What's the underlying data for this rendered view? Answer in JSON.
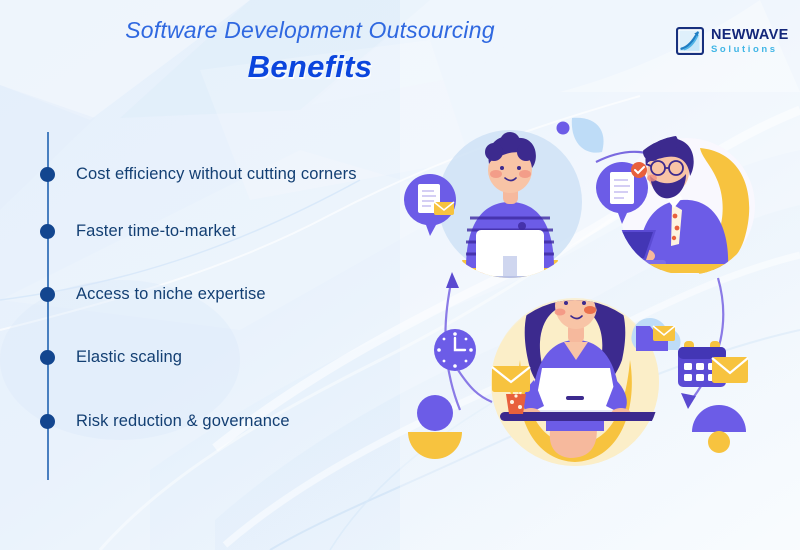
{
  "header": {
    "subtitle": "Software Development Outsourcing",
    "title": "Benefits",
    "subtitle_color": "#2f68e0",
    "title_color": "#0b45dd"
  },
  "logo": {
    "icon": "wave-square-logo-icon",
    "name": "NEWWAVE",
    "tagline": "Solutions",
    "name_color": "#14277a",
    "tagline_color": "#41b6e6"
  },
  "benefits": {
    "bullet_color": "#13468f",
    "text_color": "#133f73",
    "items": [
      {
        "label": "Cost efficiency without cutting corners"
      },
      {
        "label": "Faster time-to-market"
      },
      {
        "label": "Access to niche expertise"
      },
      {
        "label": "Elastic scaling"
      },
      {
        "label": "Risk reduction & governance"
      }
    ]
  },
  "illustration": {
    "alt": "three remote team members collaborating in a cycle",
    "palette": {
      "purple": "#6c5ce7",
      "deep_purple": "#4a2fa8",
      "yellow": "#f7c33f",
      "light_blue": "#bcd9f5",
      "skin": "#f6b99d",
      "white": "#ffffff"
    },
    "figures": [
      {
        "name": "developer-at-desktop",
        "position": "top-left"
      },
      {
        "name": "manager-at-laptop",
        "position": "top-right"
      },
      {
        "name": "designer-at-laptop",
        "position": "bottom-center"
      }
    ],
    "icons": [
      {
        "name": "document-bubble-icon"
      },
      {
        "name": "document-check-bubble-icon"
      },
      {
        "name": "clock-icon"
      },
      {
        "name": "envelope-icon"
      },
      {
        "name": "calendar-icon"
      },
      {
        "name": "cloud-folder-icon"
      },
      {
        "name": "avatar-circle-shape"
      },
      {
        "name": "avatar-dome-shape"
      }
    ]
  },
  "background": {
    "style": "light blue gradient with soft flowing wave ribbons",
    "base_color": "#eaf2fc",
    "wave_color": "#cfe3f7"
  }
}
